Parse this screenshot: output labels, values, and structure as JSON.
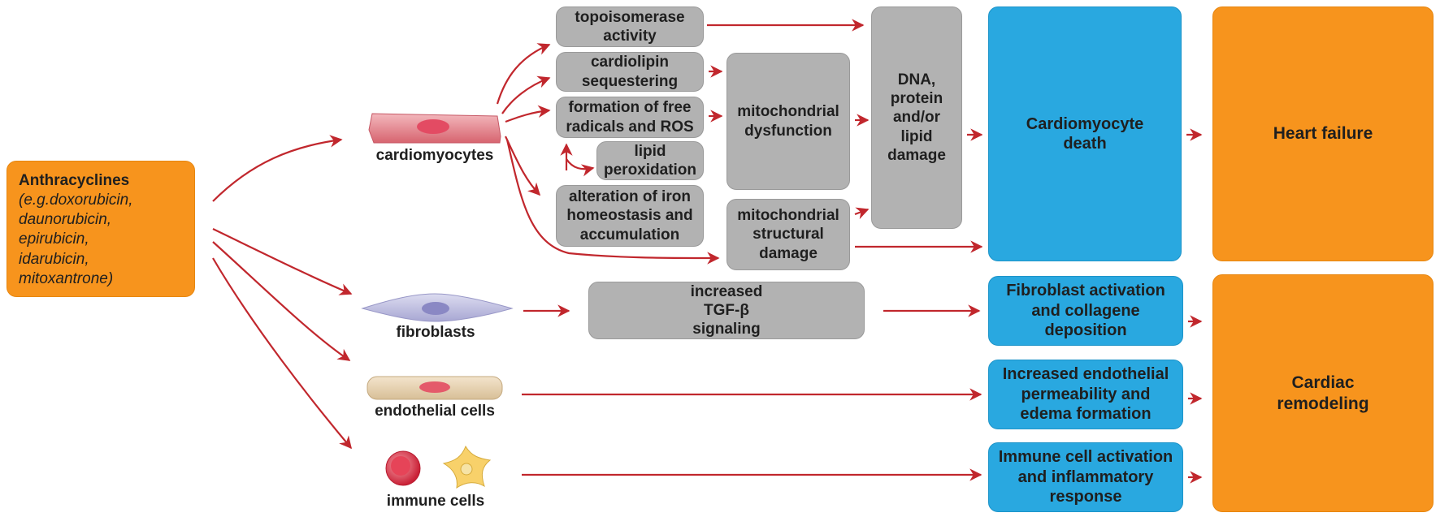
{
  "source": {
    "title": "Anthracyclines",
    "subtitle": "(e.g.doxorubicin,\ndaunorubicin,\nepirubicin,\nidarubicin,\nmitoxantrone)"
  },
  "cells": {
    "cardiomyocytes": "cardiomyocytes",
    "fibroblasts": "fibroblasts",
    "endothelial": "endothelial cells",
    "immune": "immune cells"
  },
  "mechanisms": {
    "topoisomerase": "topoisomerase activity",
    "cardiolipin": "cardiolipin sequestering",
    "free_radicals": "formation of free radicals and ROS",
    "lipid_peroxidation": "lipid peroxidation",
    "iron": "alteration of iron homeostasis and accumulation",
    "mito_dysfunction": "mitochondrial dysfunction",
    "mito_structural": "mitochondrial structural damage",
    "dna_damage": "DNA, protein and/or lipid damage",
    "tgf_beta": "increased TGF-β signaling"
  },
  "outcomes": {
    "cardiomyocyte_death": "Cardiomyocyte death",
    "fibroblast_activation": "Fibroblast activation and collagene deposition",
    "endothelial_permeability": "Increased endothelial permeability and edema formation",
    "immune_activation": "Immune cell activation and inflammatory response"
  },
  "endpoints": {
    "heart_failure": "Heart failure",
    "cardiac_remodeling": "Cardiac remodeling"
  },
  "colors": {
    "arrow": "#c1272d",
    "gray_box": "#b2b2b2",
    "blue_box": "#29a8e0",
    "orange_box": "#f7941d"
  },
  "icons": [
    "cardiomyocyte-cell-icon",
    "fibroblast-cell-icon",
    "endothelial-cell-icon",
    "immune-cell-round-icon",
    "immune-cell-star-icon"
  ]
}
